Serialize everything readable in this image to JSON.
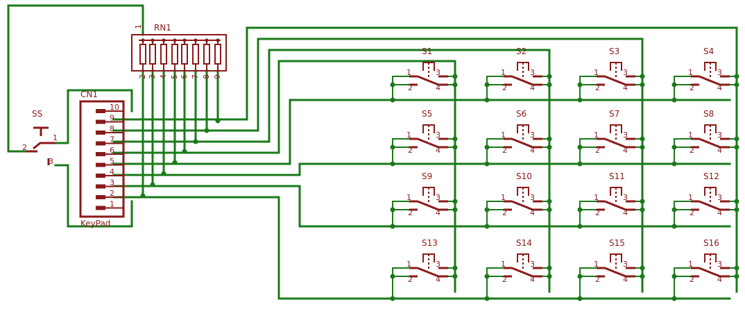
{
  "resistor_network": {
    "name": "RN1",
    "common_pin": "1",
    "pins": [
      "2",
      "3",
      "4",
      "5",
      "6",
      "7",
      "8",
      "9"
    ]
  },
  "connector": {
    "name": "CN1",
    "value": "KeyPad",
    "pins": [
      "10",
      "9",
      "8",
      "7",
      "6",
      "5",
      "4",
      "3",
      "2",
      "1"
    ]
  },
  "select_switch": {
    "name": "SS",
    "pins": [
      "1",
      "2",
      "3"
    ]
  },
  "switch_pins": {
    "p1": "1",
    "p2": "2",
    "p3": "3",
    "p4": "4"
  },
  "switches": [
    "S1",
    "S2",
    "S3",
    "S4",
    "S5",
    "S6",
    "S7",
    "S8",
    "S9",
    "S10",
    "S11",
    "S12",
    "S13",
    "S14",
    "S15",
    "S16"
  ],
  "colors": {
    "wire": "#1a7a1a",
    "part": "#8a1a1a",
    "background": "#ffffff"
  }
}
